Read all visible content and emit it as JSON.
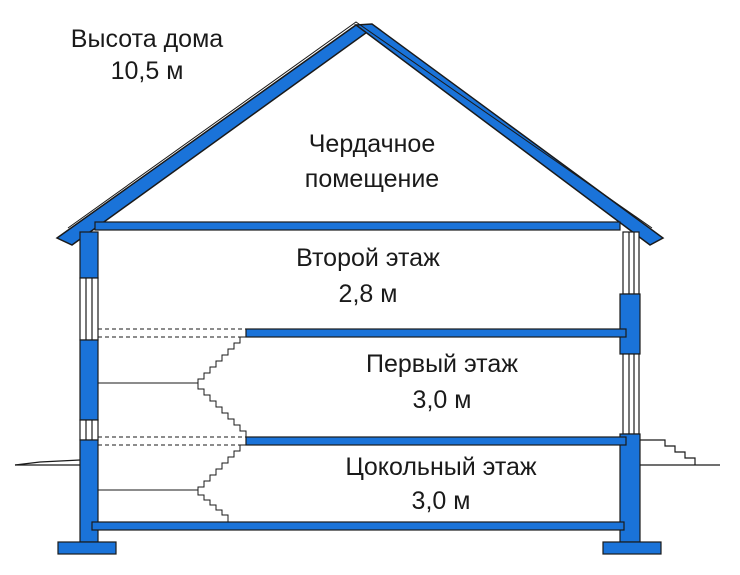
{
  "height_label": {
    "line1": "Высота дома",
    "line2": "10,5 м"
  },
  "attic": {
    "line1": "Чердачное",
    "line2": "помещение"
  },
  "second_floor": {
    "name": "Второй этаж",
    "height": "2,8 м"
  },
  "first_floor": {
    "name": "Первый этаж",
    "height": "3,0 м"
  },
  "basement": {
    "name": "Цокольный этаж",
    "height": "3,0 м"
  },
  "colors": {
    "structure": "#1a73d9",
    "outline": "#1a1a1a",
    "background": "#ffffff"
  }
}
